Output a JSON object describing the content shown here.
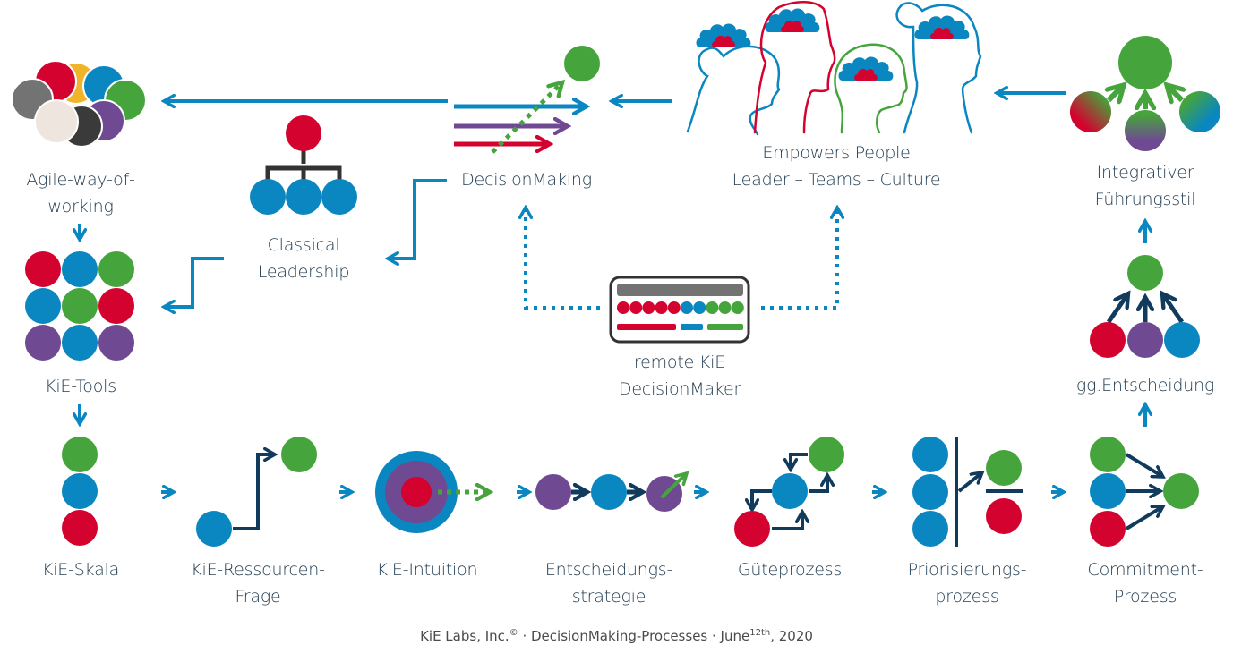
{
  "colors": {
    "blue": "#0a86c0",
    "red": "#d4022f",
    "green": "#46a43c",
    "purple": "#6f4a92",
    "yellow": "#f0b42a",
    "gray": "#737373",
    "darkgray": "#3a3a3a",
    "cream": "#efe5df",
    "navy": "#113b5c",
    "text": "#1f3a4f"
  },
  "nodes": {
    "agile": {
      "line1": "Agile-way-of-",
      "line2": "working"
    },
    "classical": {
      "line1": "Classical",
      "line2": "Leadership"
    },
    "decision": {
      "line1": "DecisionMaking"
    },
    "empowers": {
      "line1": "Empowers People",
      "line2": "Leader – Teams – Culture"
    },
    "integrativ": {
      "line1": "Integrativer",
      "line2": "Führungsstil"
    },
    "tools": {
      "line1": "KiE-Tools"
    },
    "remote": {
      "line1": "remote KiE",
      "line2": "DecisionMaker"
    },
    "gg": {
      "line1": "gg.Entscheidung"
    },
    "skala": {
      "line1": "KiE-Skala"
    },
    "ressourcen": {
      "line1": "KiE-Ressourcen-",
      "line2": "Frage"
    },
    "intuition": {
      "line1": "KiE-Intuition"
    },
    "strategie": {
      "line1": "Entscheidungs-",
      "line2": "strategie"
    },
    "guete": {
      "line1": "Güteprozess"
    },
    "prior": {
      "line1": "Priorisierungs-",
      "line2": "prozess"
    },
    "commit": {
      "line1": "Commitment-",
      "line2": "Prozess"
    }
  },
  "footer": {
    "company": "KiE Labs, Inc.",
    "copyright_mark": "©",
    "sep1": " · ",
    "title": "DecisionMaking-Processes",
    "sep2": " · ",
    "month": "June",
    "day_sup": "12th",
    "year": ", 2020"
  }
}
